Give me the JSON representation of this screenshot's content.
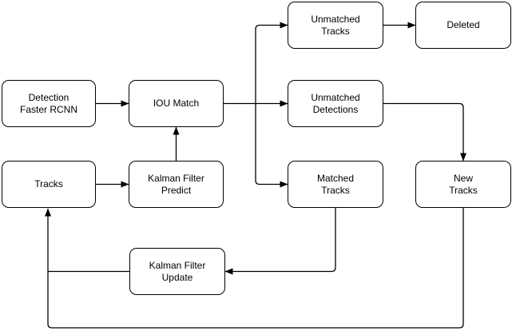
{
  "diagram": {
    "type": "flowchart",
    "colors": {
      "background": "#ffffff",
      "node_fill": "#ffffff",
      "node_border": "#000000",
      "connector": "#000000",
      "text": "#000000"
    },
    "nodes": {
      "detection": {
        "label": "Detection\nFaster RCNN"
      },
      "iou_match": {
        "label": "IOU Match"
      },
      "unmatched_tracks": {
        "label": "Unmatched\nTracks"
      },
      "deleted": {
        "label": "Deleted"
      },
      "unmatched_detections": {
        "label": "Unmatched\nDetections"
      },
      "tracks": {
        "label": "Tracks"
      },
      "kalman_filter_predict": {
        "label": "Kalman Filter\nPredict"
      },
      "matched_tracks": {
        "label": "Matched\nTracks"
      },
      "new_tracks": {
        "label": "New\nTracks"
      },
      "kalman_filter_update": {
        "label": "Kalman Filter\nUpdate"
      }
    },
    "edges": [
      {
        "from": "detection",
        "to": "iou_match"
      },
      {
        "from": "tracks",
        "to": "kalman_filter_predict"
      },
      {
        "from": "kalman_filter_predict",
        "to": "iou_match"
      },
      {
        "from": "iou_match",
        "to": "unmatched_tracks"
      },
      {
        "from": "iou_match",
        "to": "unmatched_detections"
      },
      {
        "from": "iou_match",
        "to": "matched_tracks"
      },
      {
        "from": "unmatched_tracks",
        "to": "deleted"
      },
      {
        "from": "unmatched_detections",
        "to": "new_tracks"
      },
      {
        "from": "matched_tracks",
        "to": "kalman_filter_update"
      },
      {
        "from": "kalman_filter_update",
        "to": "tracks"
      },
      {
        "from": "new_tracks",
        "to": "tracks"
      }
    ]
  }
}
